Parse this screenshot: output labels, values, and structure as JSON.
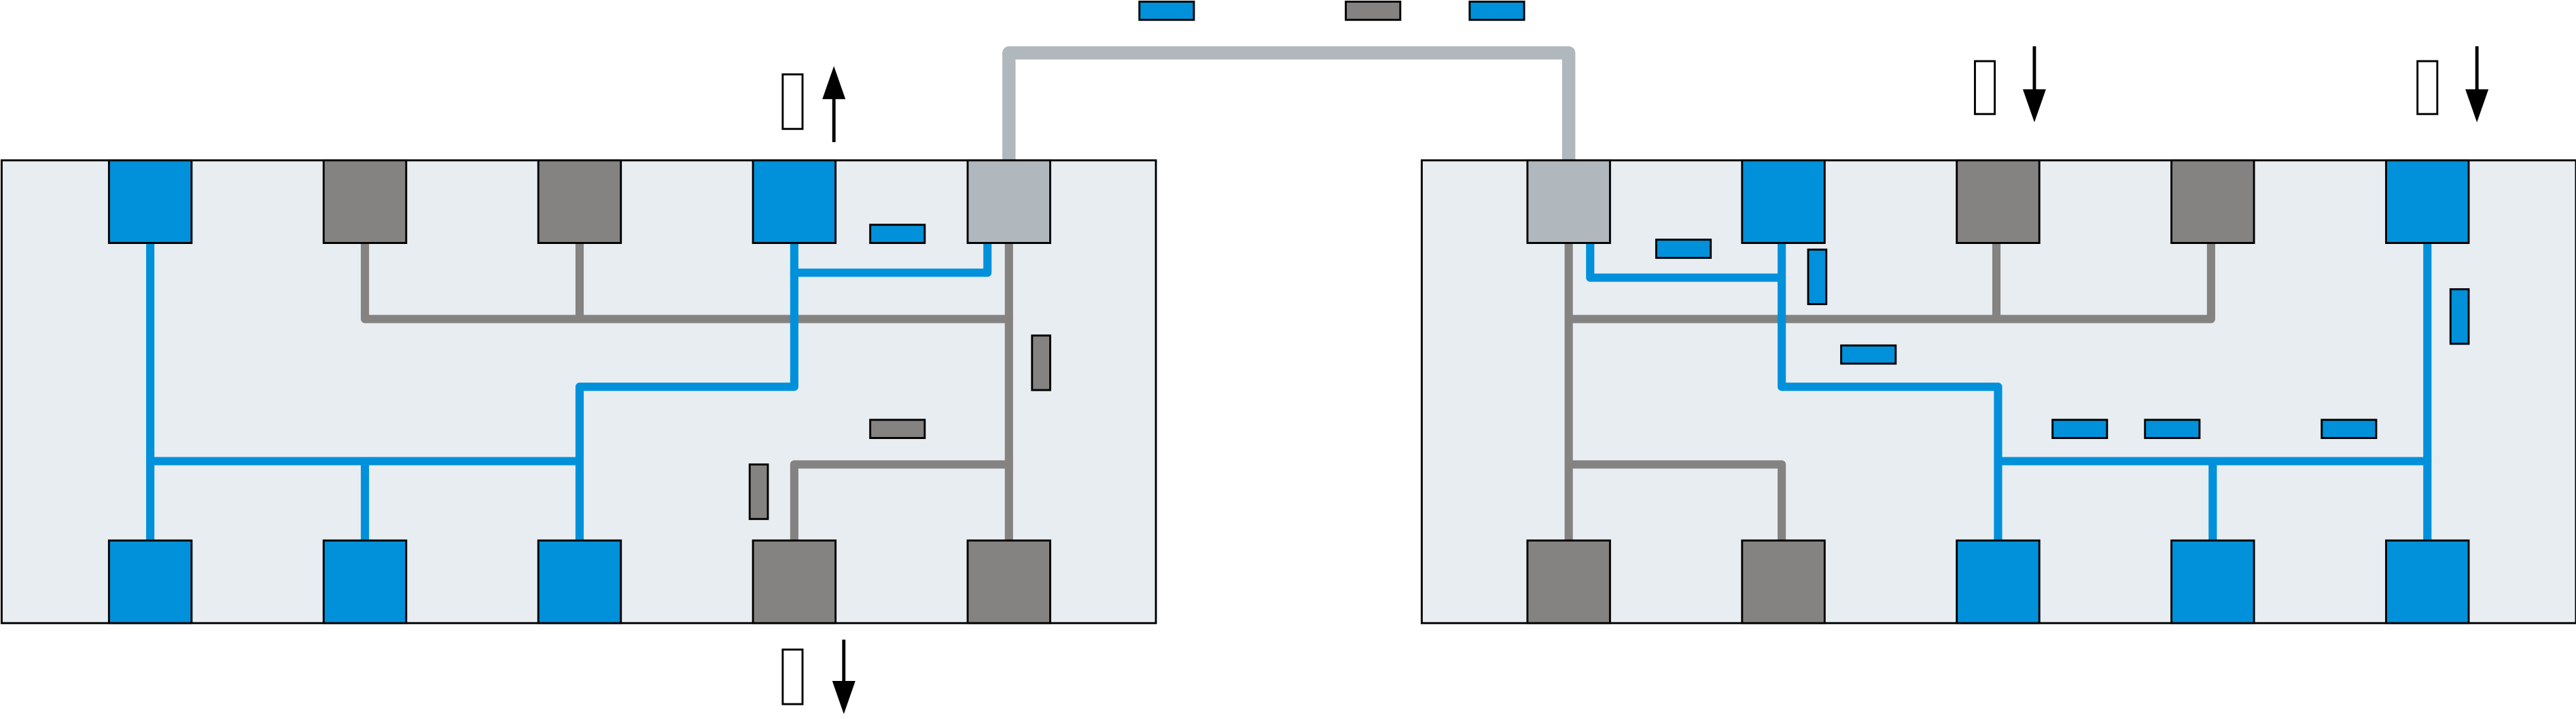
{
  "diagram": {
    "type": "two-panel module wiring diagram",
    "colors": {
      "panel": "#e8edf1",
      "active": "#0091da",
      "inactive": "#848382",
      "bridge": "#b0b7bd"
    },
    "left_panel": {
      "top_modules": [
        "active",
        "inactive",
        "inactive",
        "active",
        "bridge"
      ],
      "bottom_modules": [
        "active",
        "active",
        "active",
        "inactive",
        "inactive"
      ],
      "arrows": [
        "up",
        "down"
      ]
    },
    "right_panel": {
      "top_modules": [
        "bridge",
        "active",
        "inactive",
        "inactive",
        "active"
      ],
      "bottom_modules": [
        "inactive",
        "inactive",
        "active",
        "active",
        "active"
      ],
      "arrows": [
        "down",
        "down"
      ]
    },
    "legend_tags": [
      "active",
      "inactive",
      "active"
    ]
  }
}
